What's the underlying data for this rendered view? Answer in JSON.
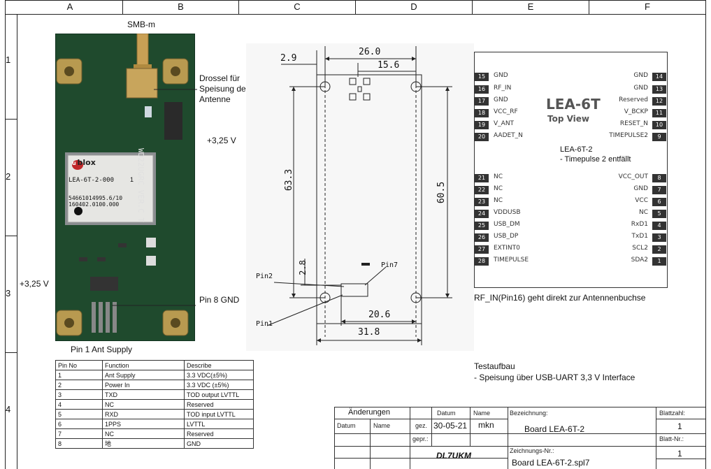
{
  "frame": {
    "columns": [
      "A",
      "B",
      "C",
      "D",
      "E",
      "F"
    ],
    "rows": [
      "1",
      "2",
      "3",
      "4"
    ]
  },
  "photo_labels": {
    "smb": "SMB-m",
    "drossel": "Drossel für\nSpeisung der\nAntenne",
    "v325_right": "+3,25 V",
    "v325_left": "+3,25 V",
    "pin8": "Pin 8 GND",
    "pin1": "Pin 1 Ant Supply"
  },
  "chip": {
    "brand": "blox",
    "brand_u": "u",
    "model": "LEA-6T-2-000",
    "rev": "1",
    "serial1": "54661014995.6/10",
    "serial2": "160402.0100.000"
  },
  "board_text": "WD22UGRC VER.C T",
  "drawing": {
    "dim_26": "26.0",
    "dim_2_9": "2.9",
    "dim_15_6": "15.6",
    "dim_63_3": "63.3",
    "dim_60_5": "60.5",
    "dim_2_8": "2.8",
    "dim_20_6": "20.6",
    "dim_31_8": "31.8",
    "pin2": "Pin2",
    "pin7": "Pin7",
    "pin1": "Pin1"
  },
  "pinout": {
    "title": "LEA-6T",
    "subtitle": "Top View",
    "left": [
      {
        "num": "15",
        "name": "GND"
      },
      {
        "num": "16",
        "name": "RF_IN"
      },
      {
        "num": "17",
        "name": "GND"
      },
      {
        "num": "18",
        "name": "VCC_RF"
      },
      {
        "num": "19",
        "name": "V_ANT"
      },
      {
        "num": "20",
        "name": "AADET_N"
      },
      {
        "num": "21",
        "name": "NC"
      },
      {
        "num": "22",
        "name": "NC"
      },
      {
        "num": "23",
        "name": "NC"
      },
      {
        "num": "24",
        "name": "VDDUSB"
      },
      {
        "num": "25",
        "name": "USB_DM"
      },
      {
        "num": "26",
        "name": "USB_DP"
      },
      {
        "num": "27",
        "name": "EXTINT0"
      },
      {
        "num": "28",
        "name": "TIMEPULSE"
      }
    ],
    "right": [
      {
        "num": "14",
        "name": "GND"
      },
      {
        "num": "13",
        "name": "GND"
      },
      {
        "num": "12",
        "name": "Reserved"
      },
      {
        "num": "11",
        "name": "V_BCKP"
      },
      {
        "num": "10",
        "name": "RESET_N"
      },
      {
        "num": "9",
        "name": "TIMEPULSE2"
      },
      {
        "num": "8",
        "name": "VCC_OUT"
      },
      {
        "num": "7",
        "name": "GND"
      },
      {
        "num": "6",
        "name": "VCC"
      },
      {
        "num": "5",
        "name": "NC"
      },
      {
        "num": "4",
        "name": "RxD1"
      },
      {
        "num": "3",
        "name": "TxD1"
      },
      {
        "num": "2",
        "name": "SCL2"
      },
      {
        "num": "1",
        "name": "SDA2"
      }
    ],
    "note1": "LEA-6T-2",
    "note2": "- Timepulse 2 entfällt"
  },
  "notes": {
    "rf_in": "RF_IN(Pin16) geht direkt zur Antennenbuchse",
    "test_title": "Testaufbau",
    "test_line": "- Speisung über USB-UART 3,3 V Interface"
  },
  "pin_table": {
    "headers": [
      "Pin No",
      "Function",
      "Describe"
    ],
    "rows": [
      [
        "1",
        "Ant Supply",
        "3.3 VDC(±5%)"
      ],
      [
        "2",
        "Power In",
        "3.3 VDC (±5%)"
      ],
      [
        "3",
        "TXD",
        "TOD output  LVTTL"
      ],
      [
        "4",
        "NC",
        "Reserved"
      ],
      [
        "5",
        "RXD",
        "TOD input  LVTTL"
      ],
      [
        "6",
        "1PPS",
        "LVTTL"
      ],
      [
        "7",
        "NC",
        "Reserved"
      ],
      [
        "8",
        "地",
        "GND"
      ]
    ]
  },
  "title_block": {
    "aenderungen": "Änderungen",
    "datum_hdr": "Datum",
    "name_hdr": "Name",
    "datum_col": "Datum",
    "name_col": "Name",
    "gez": "gez.",
    "gepr": "gepr.:",
    "date_val": "30-05-21",
    "name_val": "mkn",
    "bezeichnung_lbl": "Bezeichnung:",
    "bezeichnung_val": "Board LEA-6T-2",
    "blattzahl_lbl": "Blattzahl:",
    "blattzahl_val": "1",
    "blattnr_lbl": "Blatt-Nr.:",
    "blattnr_val": "1",
    "author": "DL7UKM",
    "zeichnungsnr_lbl": "Zeichnungs-Nr.:",
    "zeichnungsnr_val": "Board LEA-6T-2.spl7"
  }
}
